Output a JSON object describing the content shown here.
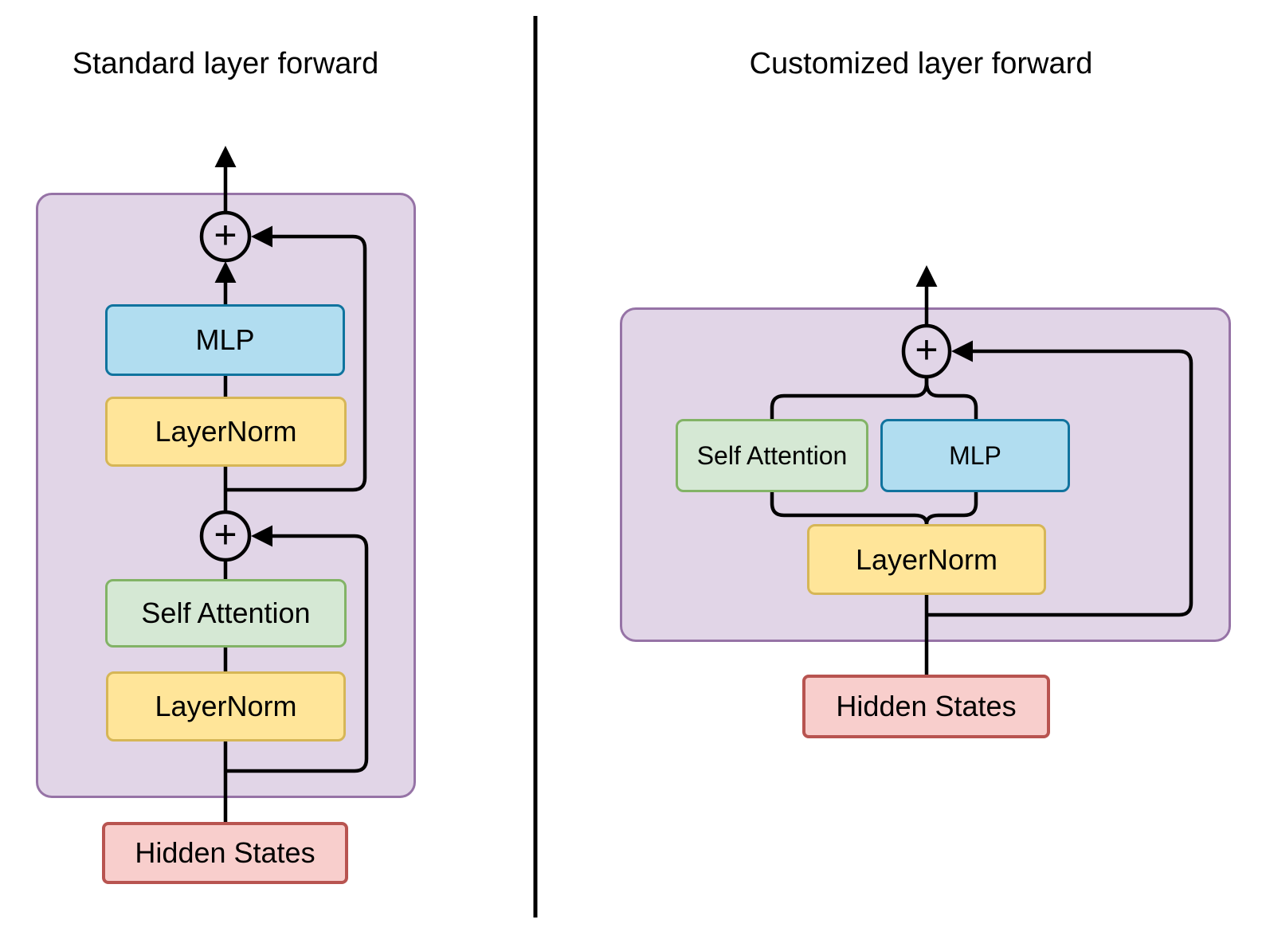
{
  "panels": {
    "left": {
      "title": "Standard layer forward",
      "add_symbol": "+",
      "blocks": {
        "mlp": "MLP",
        "layernorm_top": "LayerNorm",
        "self_attention": "Self Attention",
        "layernorm_bottom": "LayerNorm",
        "hidden_states": "Hidden States"
      }
    },
    "right": {
      "title": "Customized layer forward",
      "add_symbol": "+",
      "blocks": {
        "self_attention": "Self Attention",
        "mlp": "MLP",
        "layernorm": "LayerNorm",
        "hidden_states": "Hidden States"
      }
    }
  },
  "colors": {
    "container_fill": "#E1D5E7",
    "container_stroke": "#9673A6",
    "mlp_fill": "#B1DDF0",
    "mlp_stroke": "#10739E",
    "layernorm_fill": "#FFE599",
    "layernorm_stroke": "#D6B656",
    "attention_fill": "#D5E8D4",
    "attention_stroke": "#82B366",
    "hidden_fill": "#F8CECC",
    "hidden_stroke": "#B85450",
    "line": "#000000"
  }
}
